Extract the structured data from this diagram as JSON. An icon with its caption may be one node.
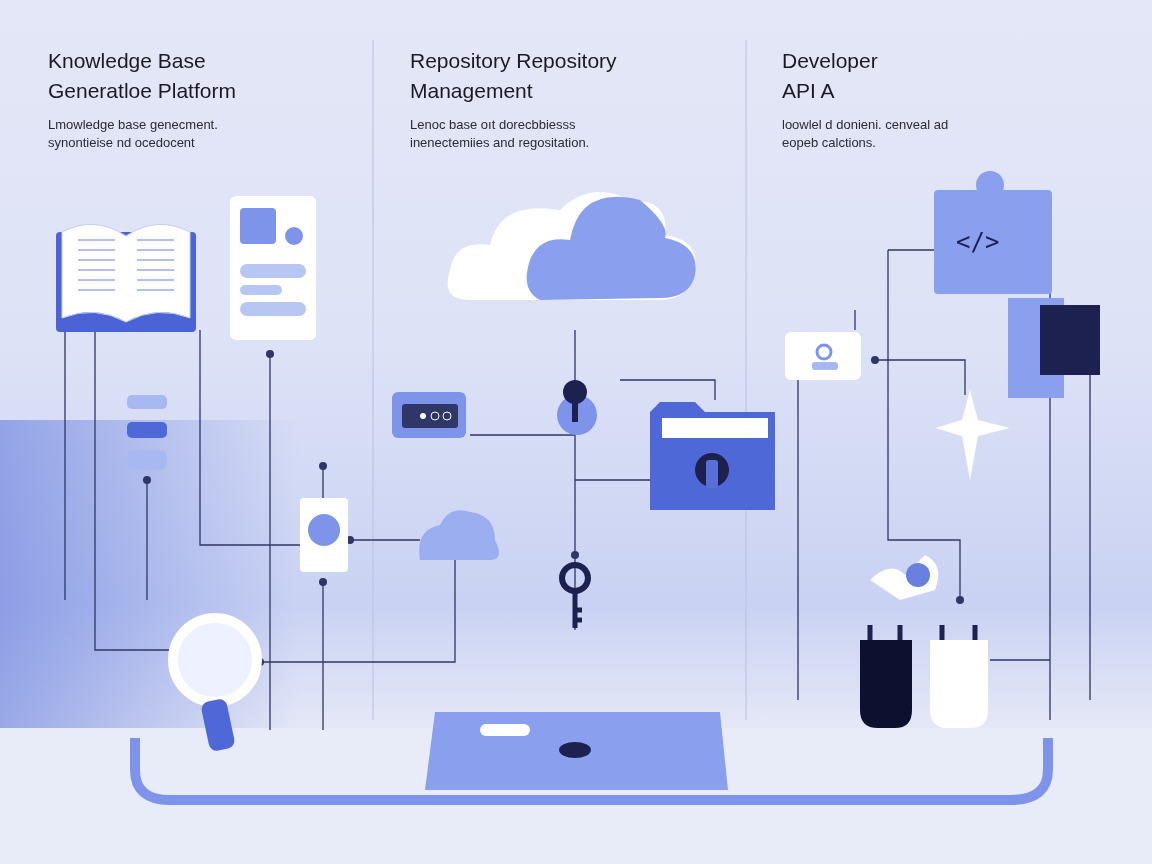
{
  "diagram": {
    "labels": [
      "Knowledge Base Generatloe Platform",
      "Lmowledge base genecment. synontieise nd ocedocent",
      "Repository Repository Management",
      "Lenoc base oıt dorecbbiesss inenectemiies and regositation.",
      "Developer API A",
      "loowlel d donieni. cenveal ad eopeb calctions.",
      "</>"
    ]
  }
}
